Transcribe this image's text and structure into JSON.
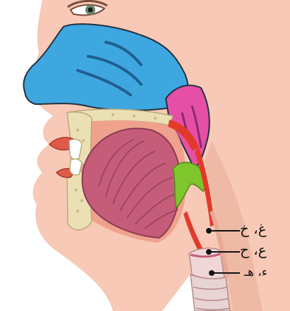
{
  "labels": [
    {
      "text": "غ، خ"
    },
    {
      "text": "ع، ح"
    },
    {
      "text": "ء، هـ"
    }
  ],
  "colors": {
    "skin": "#f7c9b6",
    "skin_shadow": "#e9a996",
    "nasal_cavity": "#3ea7e0",
    "nasopharynx": "#e64fa6",
    "tongue": "#c55d7a",
    "mouth_interior": "#f0a18d",
    "bone": "#ebe0b4",
    "teeth": "#ffffff",
    "airway_red": "#e23a2a",
    "epiglottis_green": "#7fc52c",
    "trachea": "#f0d6d6",
    "background": "#ffffff"
  },
  "icons": [
    "eye",
    "nose",
    "lips",
    "tongue",
    "teeth",
    "jaw-bone",
    "trachea"
  ]
}
